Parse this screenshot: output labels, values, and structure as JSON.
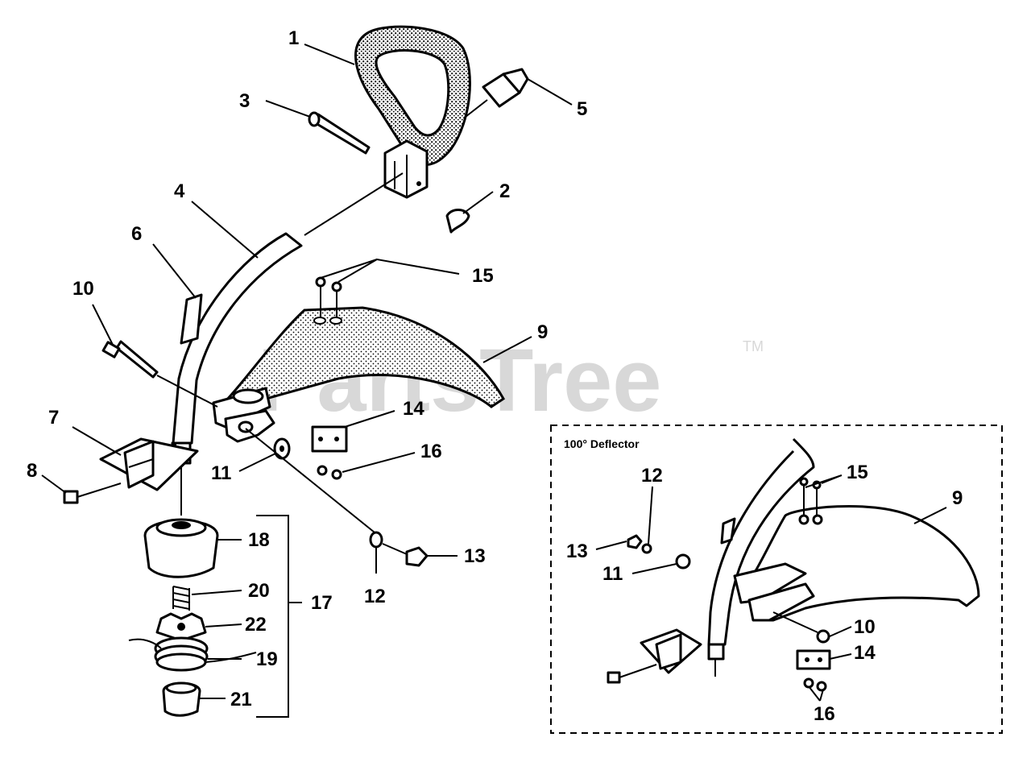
{
  "watermark": {
    "text": "PartsTree",
    "tm": "TM"
  },
  "main_callouts": [
    {
      "id": "c1",
      "text": "1"
    },
    {
      "id": "c2",
      "text": "2"
    },
    {
      "id": "c3",
      "text": "3"
    },
    {
      "id": "c4",
      "text": "4"
    },
    {
      "id": "c5",
      "text": "5"
    },
    {
      "id": "c6",
      "text": "6"
    },
    {
      "id": "c7",
      "text": "7"
    },
    {
      "id": "c8",
      "text": "8"
    },
    {
      "id": "c9",
      "text": "9"
    },
    {
      "id": "c10",
      "text": "10"
    },
    {
      "id": "c11",
      "text": "11"
    },
    {
      "id": "c12",
      "text": "12"
    },
    {
      "id": "c13",
      "text": "13"
    },
    {
      "id": "c14",
      "text": "14"
    },
    {
      "id": "c15",
      "text": "15"
    },
    {
      "id": "c16",
      "text": "16"
    },
    {
      "id": "c17",
      "text": "17"
    },
    {
      "id": "c18",
      "text": "18"
    },
    {
      "id": "c19",
      "text": "19"
    },
    {
      "id": "c20",
      "text": "20"
    },
    {
      "id": "c21",
      "text": "21"
    },
    {
      "id": "c22",
      "text": "22"
    }
  ],
  "inset": {
    "title": "100° Deflector",
    "callouts": [
      {
        "id": "i9",
        "text": "9"
      },
      {
        "id": "i10",
        "text": "10"
      },
      {
        "id": "i11",
        "text": "11"
      },
      {
        "id": "i12",
        "text": "12"
      },
      {
        "id": "i13",
        "text": "13"
      },
      {
        "id": "i14",
        "text": "14"
      },
      {
        "id": "i15",
        "text": "15"
      },
      {
        "id": "i16",
        "text": "16"
      }
    ]
  }
}
